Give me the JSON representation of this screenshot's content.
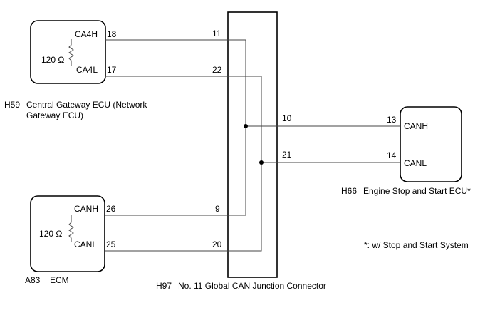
{
  "central_gateway": {
    "connector": "H59",
    "name_line1": "Central Gateway ECU (Network",
    "name_line2": "Gateway ECU)",
    "resistor": "120 Ω",
    "pin_high_label": "CA4H",
    "pin_high_no": "18",
    "pin_low_label": "CA4L",
    "pin_low_no": "17"
  },
  "ecm": {
    "connector": "A83",
    "name": "ECM",
    "resistor": "120 Ω",
    "pin_high_label": "CANH",
    "pin_high_no": "26",
    "pin_low_label": "CANL",
    "pin_low_no": "25"
  },
  "junction": {
    "connector": "H97",
    "name": "No. 11 Global CAN Junction Connector",
    "pins": {
      "p11": "11",
      "p22": "22",
      "p10": "10",
      "p21": "21",
      "p9": "9",
      "p20": "20"
    }
  },
  "engine_ss": {
    "connector": "H66",
    "name": "Engine Stop and Start ECU*",
    "pin_high_label": "CANH",
    "pin_high_no": "13",
    "pin_low_label": "CANL",
    "pin_low_no": "14"
  },
  "footnote": "*: w/ Stop and Start System"
}
